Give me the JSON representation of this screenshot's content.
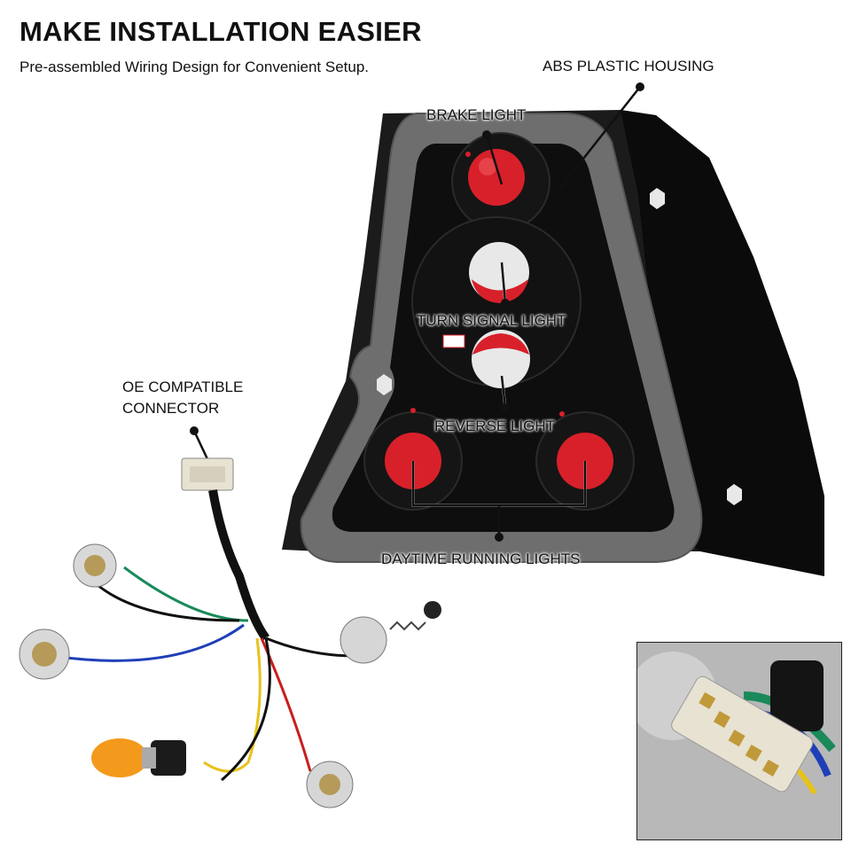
{
  "header": {
    "title": "MAKE INSTALLATION EASIER",
    "subtitle": "Pre-assembled Wiring Design for Convenient Setup."
  },
  "callouts": {
    "abs_housing": "ABS PLASTIC HOUSING",
    "brake_light": "BRAKE LIGHT",
    "turn_signal": "TURN SIGNAL LIGHT",
    "reverse_light": "REVERSE LIGHT",
    "daytime_running": "DAYTIME RUNNING LIGHTS",
    "connector_line1": "OE COMPATIBLE",
    "connector_line2": "CONNECTOR"
  },
  "colors": {
    "lens_red": "#d8202a",
    "housing_black": "#111111",
    "gasket_gray": "#6e6e6e",
    "bulb_amber": "#f39a1c",
    "wire_blue": "#1f3fb8",
    "wire_green": "#1a8a5a",
    "wire_yellow": "#e7c21a",
    "wire_red": "#c81e1e"
  }
}
